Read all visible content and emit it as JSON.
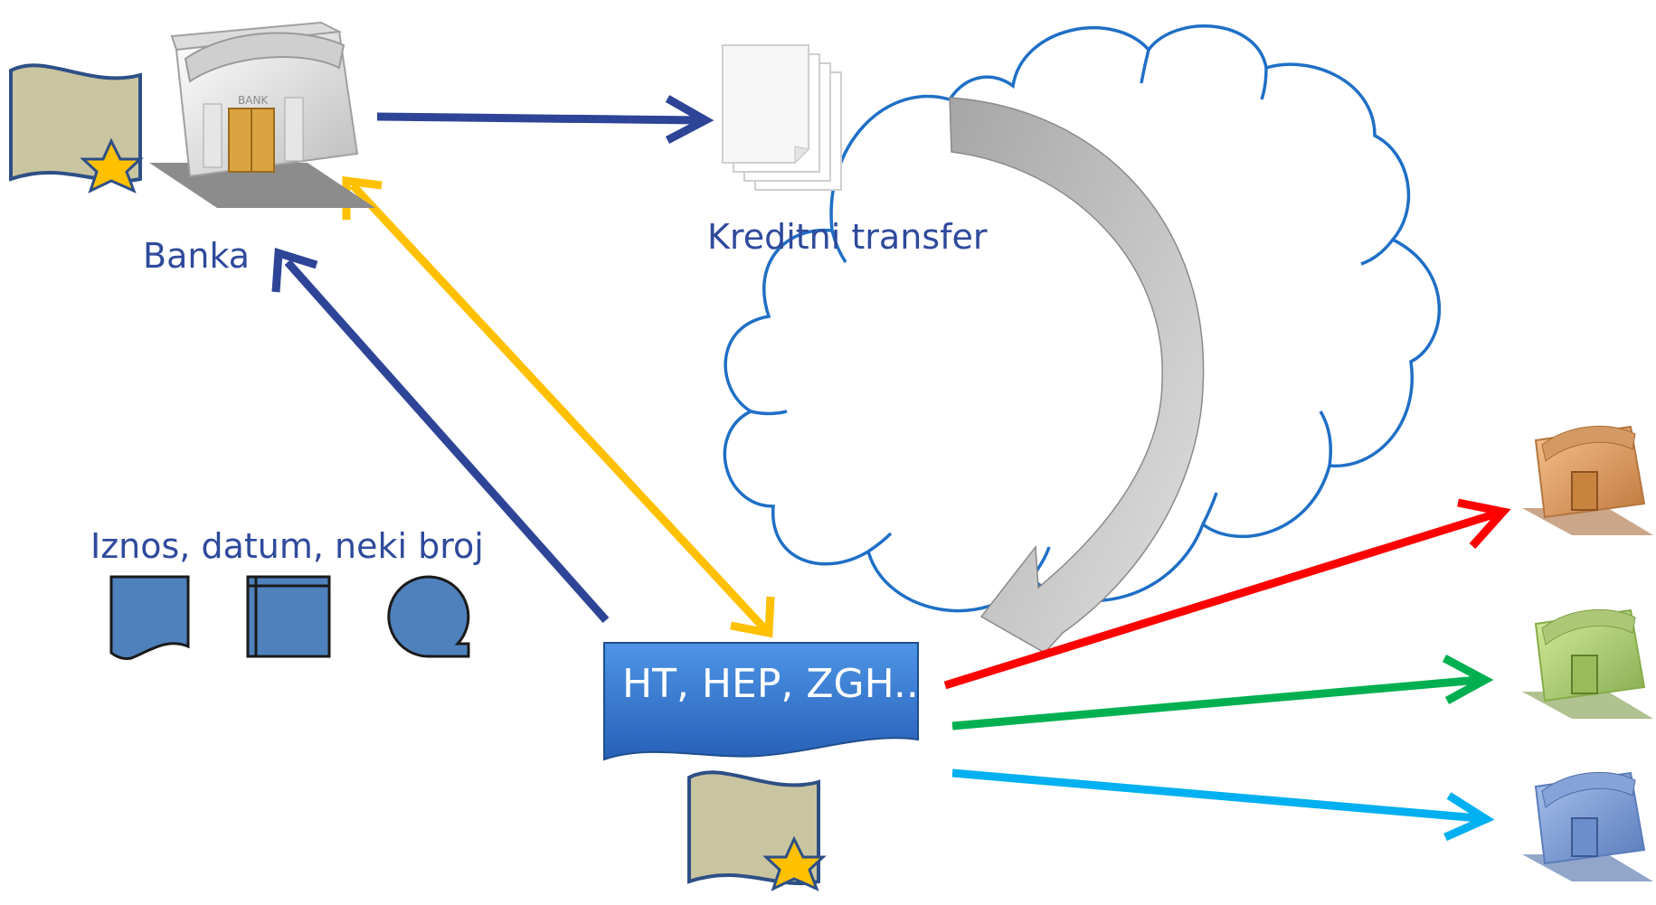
{
  "labels": {
    "bank": "Banka",
    "credit_transfer": "Kreditni transfer",
    "fields": "Iznos, datum, neki broj",
    "companies": "HT, HEP, ZGH.."
  },
  "bank_icon_text": "BANK",
  "colors": {
    "navy_arrow": "#2e4497",
    "yellow_arrow": "#ffc000",
    "red_arrow": "#ff0000",
    "green_arrow": "#00b050",
    "cyan_arrow": "#00b0f0",
    "cloud_stroke": "#1f6fc6",
    "shape_fill": "#4f81bd",
    "document_fill": "#c9c5a0",
    "star_fill": "#ffc000",
    "text": "#2f4a9c"
  },
  "icons": [
    "certificate-icon",
    "bank-building-icon",
    "paper-stack-icon",
    "cloud-icon",
    "curved-arrow-icon",
    "document-shape-icon",
    "internal-storage-shape-icon",
    "sequential-storage-shape-icon"
  ]
}
